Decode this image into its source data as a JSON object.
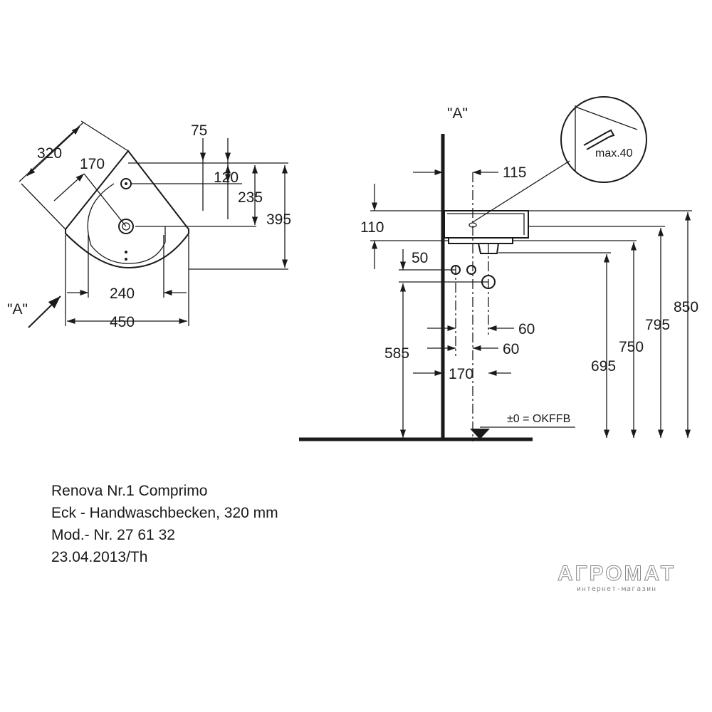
{
  "top_view": {
    "view_label": "\"A\"",
    "dimensions": {
      "d320": "320",
      "d170": "170",
      "d75": "75",
      "d120": "120",
      "d235": "235",
      "d395": "395",
      "d240": "240",
      "d450": "450"
    }
  },
  "side_view": {
    "view_label": "\"A\"",
    "detail_label": "max.40",
    "floor_label": "±0 = OKFFB",
    "dimensions": {
      "d115": "115",
      "d110": "110",
      "d50": "50",
      "d60a": "60",
      "d60b": "60",
      "d170": "170",
      "d585": "585",
      "d695": "695",
      "d750": "750",
      "d795": "795",
      "d850": "850"
    }
  },
  "caption": {
    "line1": "Renova Nr.1 Comprimo",
    "line2": "Eck - Handwaschbecken, 320 mm",
    "line3": "Mod.- Nr. 27 61 32",
    "line4": "23.04.2013/Th"
  },
  "watermark": {
    "name": "АГРОМАТ",
    "subtitle": "интернет-магазин"
  }
}
